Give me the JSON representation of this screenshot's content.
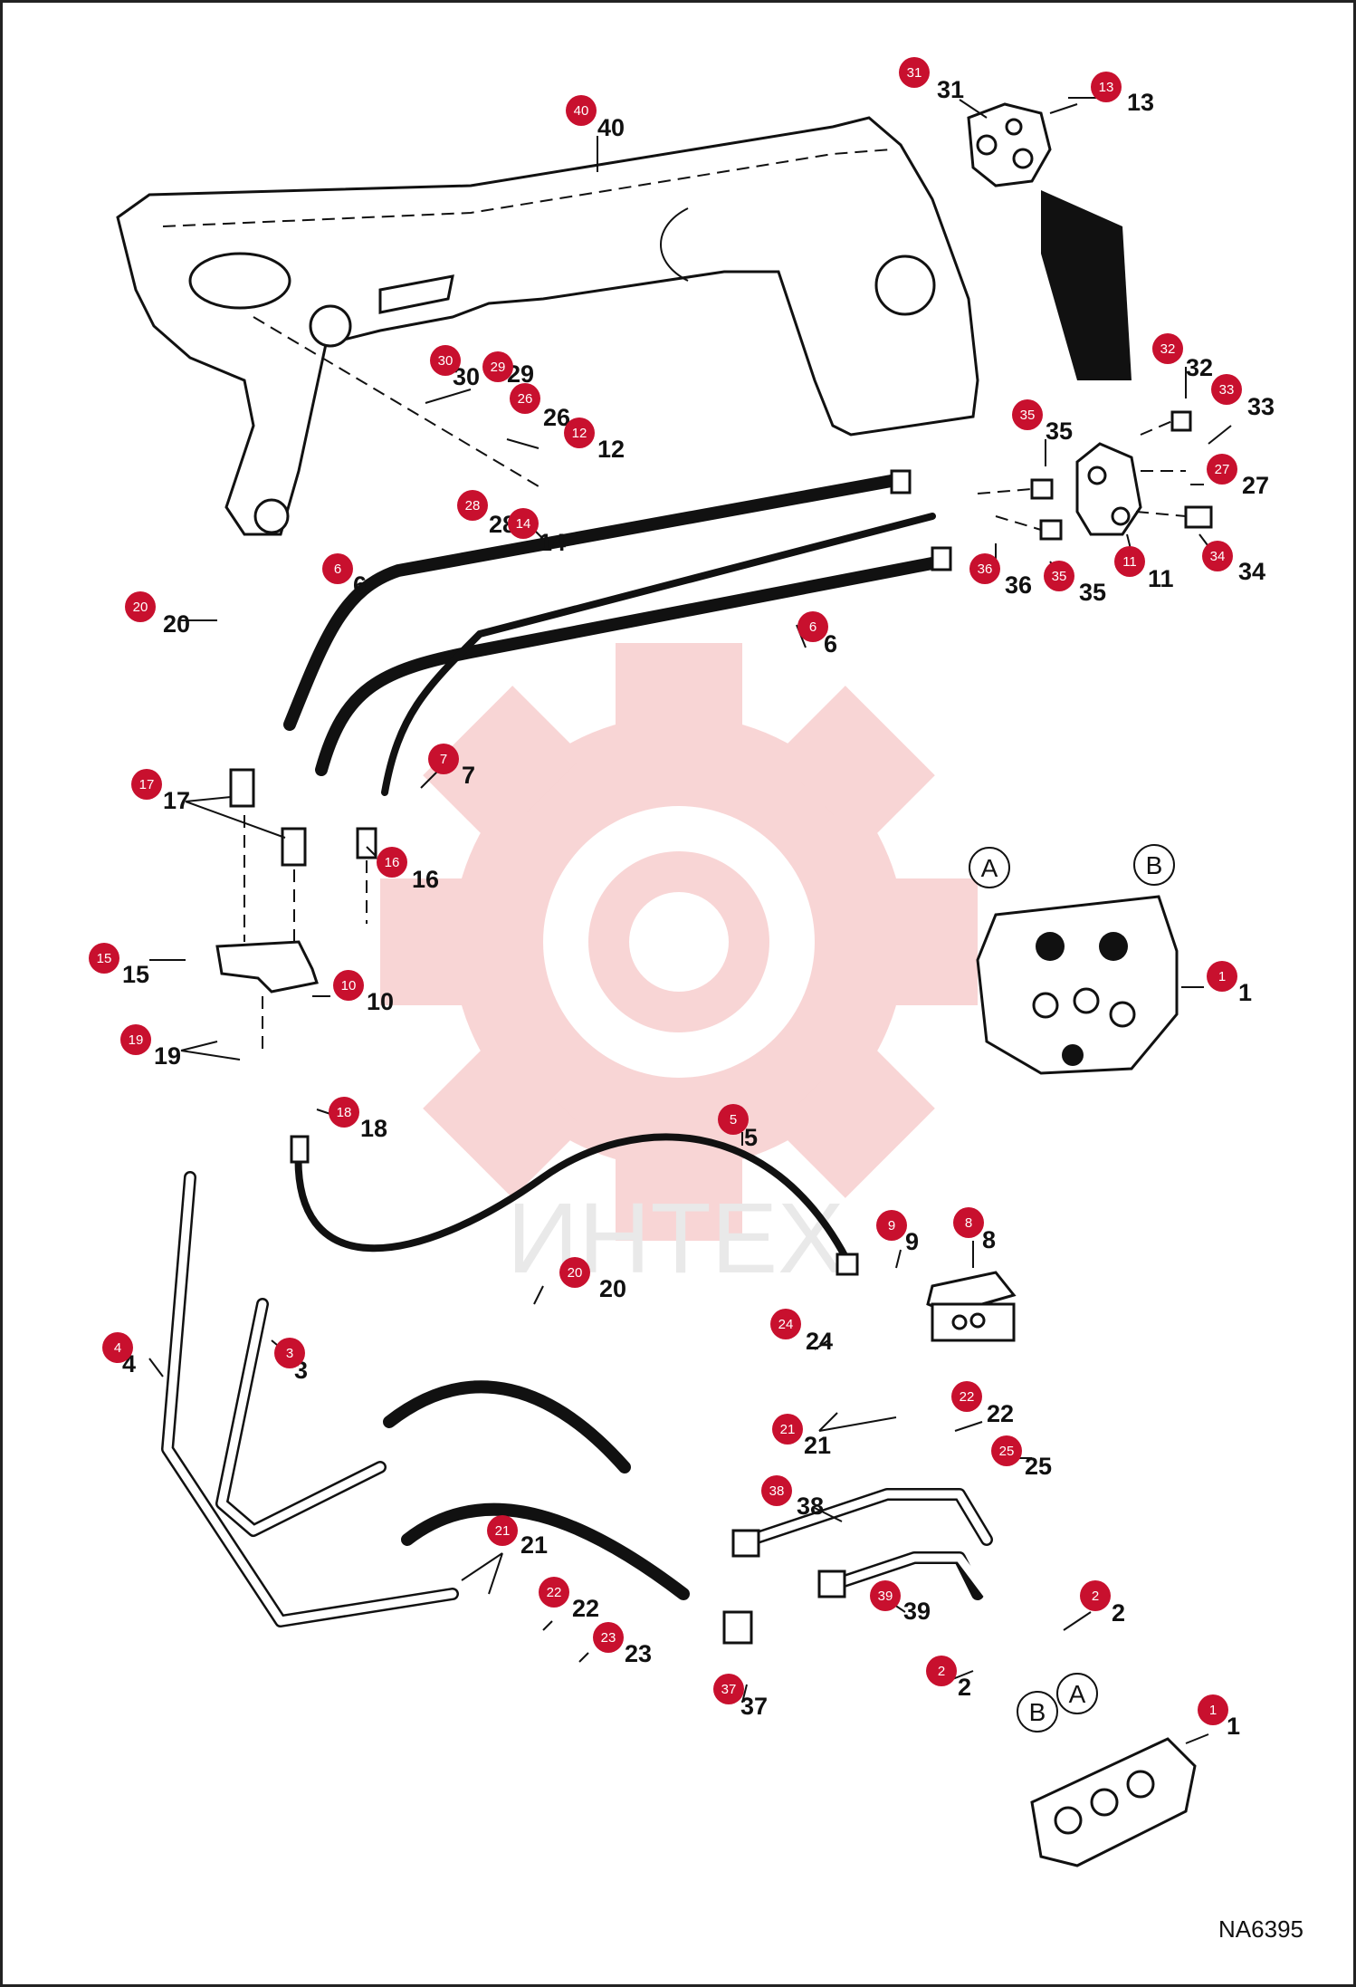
{
  "diagram": {
    "reference_code": "NA6395",
    "watermark_text": "ИНТЕХ",
    "colors": {
      "badge": "#c8102e",
      "watermark": "#f4b3b3",
      "line": "#111111"
    },
    "callouts": [
      {
        "id": "c40",
        "label": "40"
      },
      {
        "id": "c31",
        "label": "31"
      },
      {
        "id": "c13",
        "label": "13"
      },
      {
        "id": "c32",
        "label": "32"
      },
      {
        "id": "c33",
        "label": "33"
      },
      {
        "id": "c35a",
        "label": "35"
      },
      {
        "id": "c27",
        "label": "27"
      },
      {
        "id": "c30",
        "label": "30"
      },
      {
        "id": "c29",
        "label": "29"
      },
      {
        "id": "c26",
        "label": "26"
      },
      {
        "id": "c12",
        "label": "12"
      },
      {
        "id": "c28",
        "label": "28"
      },
      {
        "id": "c14",
        "label": "14"
      },
      {
        "id": "c36",
        "label": "36"
      },
      {
        "id": "c35b",
        "label": "35"
      },
      {
        "id": "c11",
        "label": "11"
      },
      {
        "id": "c34",
        "label": "34"
      },
      {
        "id": "c6a",
        "label": "6"
      },
      {
        "id": "c20a",
        "label": "20"
      },
      {
        "id": "c6b",
        "label": "6"
      },
      {
        "id": "c17",
        "label": "17"
      },
      {
        "id": "c7",
        "label": "7"
      },
      {
        "id": "c16",
        "label": "16"
      },
      {
        "id": "c15",
        "label": "15"
      },
      {
        "id": "c10",
        "label": "10"
      },
      {
        "id": "c19",
        "label": "19"
      },
      {
        "id": "c18",
        "label": "18"
      },
      {
        "id": "c1a",
        "label": "1"
      },
      {
        "id": "c5",
        "label": "5"
      },
      {
        "id": "c9",
        "label": "9"
      },
      {
        "id": "c8",
        "label": "8"
      },
      {
        "id": "c20b",
        "label": "20"
      },
      {
        "id": "c4",
        "label": "4"
      },
      {
        "id": "c3",
        "label": "3"
      },
      {
        "id": "c24",
        "label": "24"
      },
      {
        "id": "c22a",
        "label": "22"
      },
      {
        "id": "c21a",
        "label": "21"
      },
      {
        "id": "c25",
        "label": "25"
      },
      {
        "id": "c38",
        "label": "38"
      },
      {
        "id": "c21b",
        "label": "21"
      },
      {
        "id": "c39",
        "label": "39"
      },
      {
        "id": "c2a",
        "label": "2"
      },
      {
        "id": "c22b",
        "label": "22"
      },
      {
        "id": "c23",
        "label": "23"
      },
      {
        "id": "c2b",
        "label": "2"
      },
      {
        "id": "c37",
        "label": "37"
      },
      {
        "id": "c1b",
        "label": "1"
      }
    ],
    "port_labels": [
      {
        "id": "pA1",
        "label": "A"
      },
      {
        "id": "pB1",
        "label": "B"
      },
      {
        "id": "pA2",
        "label": "A"
      },
      {
        "id": "pB2",
        "label": "B"
      }
    ]
  }
}
